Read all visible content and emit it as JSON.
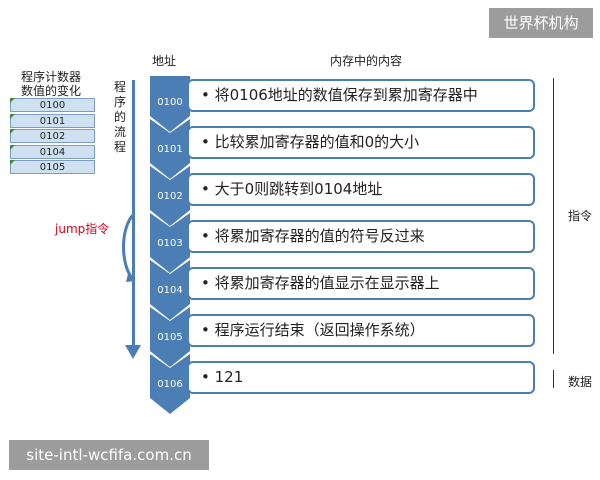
{
  "watermarks": {
    "top": "世界杯机构",
    "bottom": "site-intl-wcfifa.com.cn"
  },
  "program_counter": {
    "title_line1": "程序计数器",
    "title_line2": "数值的变化",
    "values": [
      "0100",
      "0101",
      "0102",
      "0104",
      "0105"
    ]
  },
  "flow": {
    "label_chars": [
      "程",
      "序",
      "的",
      "流",
      "程"
    ]
  },
  "jump_label": "jump指令",
  "headers": {
    "address": "地址",
    "content": "内存中的内容"
  },
  "memory": [
    {
      "address": "0100",
      "content": "将0106地址的数值保存到累加寄存器中"
    },
    {
      "address": "0101",
      "content": "比较累加寄存器的值和0的大小"
    },
    {
      "address": "0102",
      "content": "大于0则跳转到0104地址"
    },
    {
      "address": "0103",
      "content": "将累加寄存器的值的符号反过来"
    },
    {
      "address": "0104",
      "content": "将累加寄存器的值显示在显示器上"
    },
    {
      "address": "0105",
      "content": "程序运行结束（返回操作系统）"
    },
    {
      "address": "0106",
      "content": "121"
    }
  ],
  "side_labels": {
    "instructions": "指令",
    "data": "数据"
  },
  "colors": {
    "chevron": "#4a7eb5",
    "box_border": "#4a7eb5",
    "pc_cell": "#cfe0f1",
    "jump": "#d0021b"
  }
}
